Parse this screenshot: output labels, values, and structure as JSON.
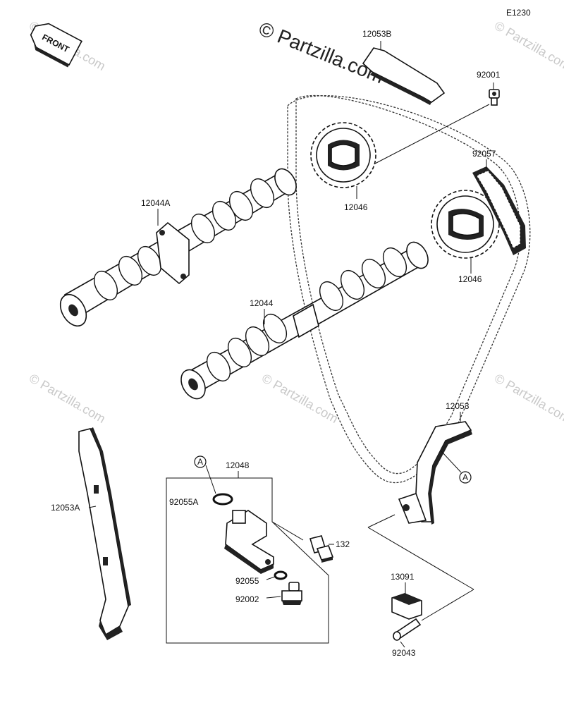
{
  "diagram_code": "E1230",
  "front_label": "FRONT",
  "watermark": {
    "main": "© Partzilla.com",
    "small": "© Partzilla.com"
  },
  "circle_marker": "A",
  "labels": {
    "p12053B": "12053B",
    "p92001": "92001",
    "p92057": "92057",
    "p12046_top": "12046",
    "p12046_right": "12046",
    "p12044A": "12044A",
    "p12044": "12044",
    "p12053": "12053",
    "p12048": "12048",
    "p12053A": "12053A",
    "p92055A": "92055A",
    "p132": "132",
    "p92055": "92055",
    "p92002": "92002",
    "p13091": "13091",
    "p92043": "92043"
  }
}
